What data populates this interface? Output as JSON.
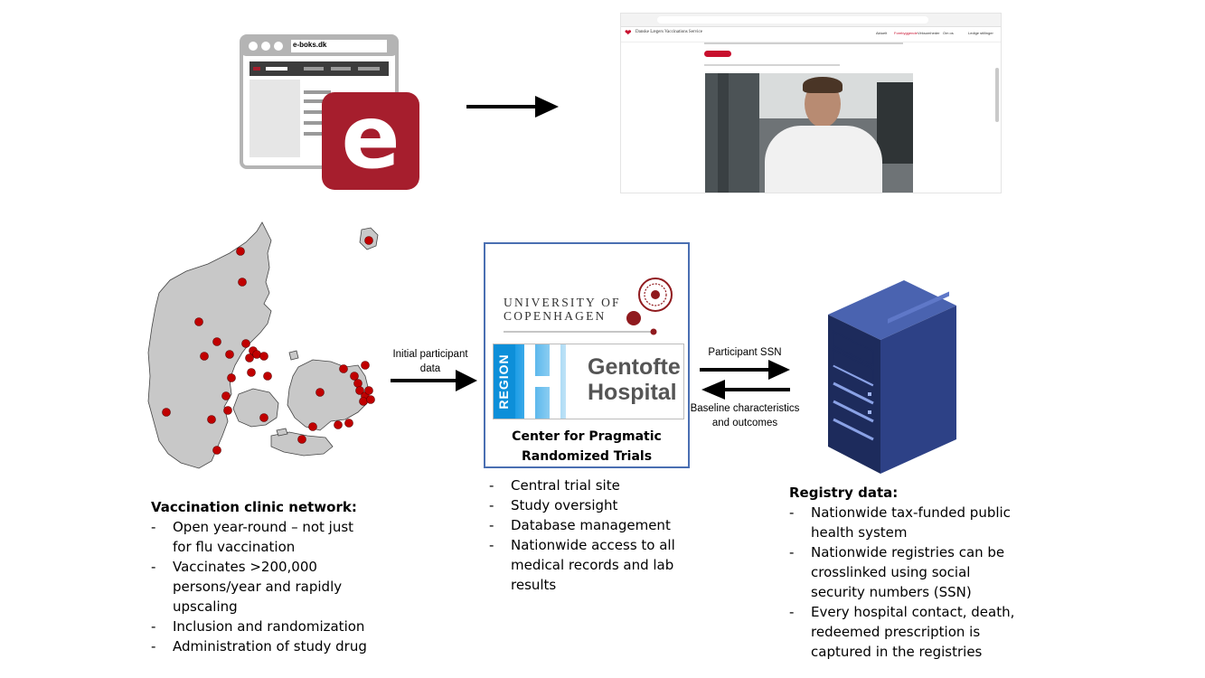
{
  "eboks": {
    "url_text": "e-boks.dk",
    "logo_letter": "e"
  },
  "screenshot": {
    "brand": "Danske Lægers Vaccinations Service",
    "nav": [
      "Aktuelt",
      "Forebyggende",
      "Virksomheder",
      "Om os",
      "Ledige stillinger"
    ]
  },
  "center": {
    "university_line1": "UNIVERSITY OF",
    "university_line2": "COPENHAGEN",
    "region_text": "REGION",
    "hospital_line1": "Gentofte",
    "hospital_line2": "Hospital",
    "caption_line1": "Center for Pragmatic",
    "caption_line2": "Randomized Trials"
  },
  "arrows": {
    "initial_line1": "Initial participant",
    "initial_line2": "data",
    "ssn": "Participant SSN",
    "baseline_line1": "Baseline characteristics",
    "baseline_line2": "and outcomes"
  },
  "clinic": {
    "title": "Vaccination clinic network:",
    "items": [
      [
        "Open year-round – not just",
        "for flu vaccination"
      ],
      [
        "Vaccinates >200,000",
        "persons/year and rapidly",
        "upscaling"
      ],
      [
        "Inclusion and randomization"
      ],
      [
        "Administration of study drug"
      ]
    ]
  },
  "site": {
    "items": [
      [
        "Central trial site"
      ],
      [
        "Study oversight"
      ],
      [
        "Database management"
      ],
      [
        "Nationwide access to all",
        "medical records and lab",
        "results"
      ]
    ]
  },
  "registry": {
    "title": "Registry data:",
    "items": [
      [
        "Nationwide tax-funded public",
        "health system"
      ],
      [
        "Nationwide registries can be",
        "crosslinked using social",
        "security numbers (SSN)"
      ],
      [
        "Every hospital contact, death,",
        "redeemed prescription is",
        "captured in the registries"
      ]
    ]
  },
  "colors": {
    "accent_red": "#a61e2d",
    "map_gray": "#c8c8c8",
    "box_blue": "#4a6fb2",
    "server_blue": "#2a3c78"
  }
}
